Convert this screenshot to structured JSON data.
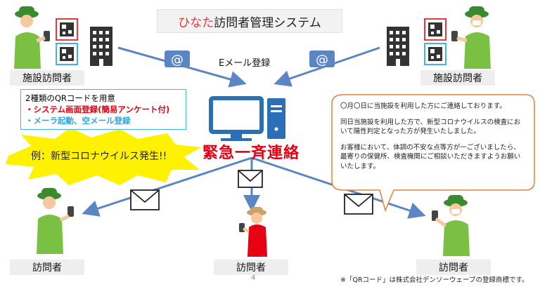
{
  "title": {
    "prefix": "ひなた",
    "rest": "訪問者管理システム"
  },
  "facility_visitor_left": "施設訪問者",
  "facility_visitor_right": "施設訪問者",
  "email_registration": "Eメール登録",
  "info_box": {
    "line1": "2種類のQRコードを用意",
    "line2": "・システム画面登録(簡易アンケート付)",
    "line3": "・メーラ起動、空メール登録"
  },
  "example_label": "例：新型コロナウイルス発生!!",
  "emergency_label": "緊急一斉連絡",
  "notice": {
    "p1": "〇月〇日に当施設を利用した方にご連絡しております。",
    "p2": "同日当施設を利用した方で、新型コロナウイルスの検査において陽性判定となった方が発生いたしました。",
    "p3": "お客様において、体調の不安な点等方が一ございましたら、最寄りの保健所、検査機関にご相談いただきますようお願いいたします。"
  },
  "visitors": [
    "訪問者",
    "訪問者",
    "訪問者"
  ],
  "page_number": "4",
  "footnote": "※「QRコード」は株式会社デンソーウェーブの登録商標です。",
  "colors": {
    "arrow": "#5b86c5",
    "computer": "#2a6fb7",
    "emergency": "#e60012",
    "starburst": "#fff200",
    "qr_frame_red": "#e8383d",
    "qr_frame_blue": "#41b3e6",
    "bubble_border": "#e3803a",
    "person_green": "#7ac143",
    "hat_green": "#3b8a2e"
  }
}
